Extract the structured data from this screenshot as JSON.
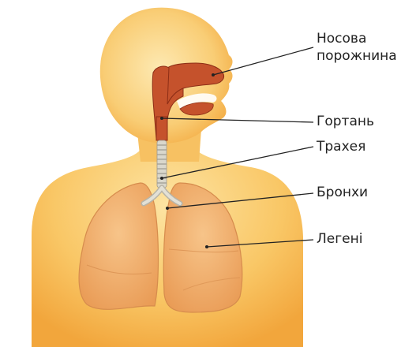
{
  "labels": {
    "nasal_cavity_line1": "Носова",
    "nasal_cavity_line2": "порожнина",
    "larynx": "Гортань",
    "trachea": "Трахея",
    "bronchi": "Бронхи",
    "lungs": "Легені"
  },
  "colors": {
    "body_light": "#fde6a8",
    "body_mid": "#f9c667",
    "body_dark": "#f3a93e",
    "airway": "#c5522c",
    "airway_dark": "#8d2e16",
    "lung": "#f2b171",
    "lung_edge": "#d68c4d",
    "trachea_ring": "#c9c7bd",
    "leader_line": "#222222"
  }
}
